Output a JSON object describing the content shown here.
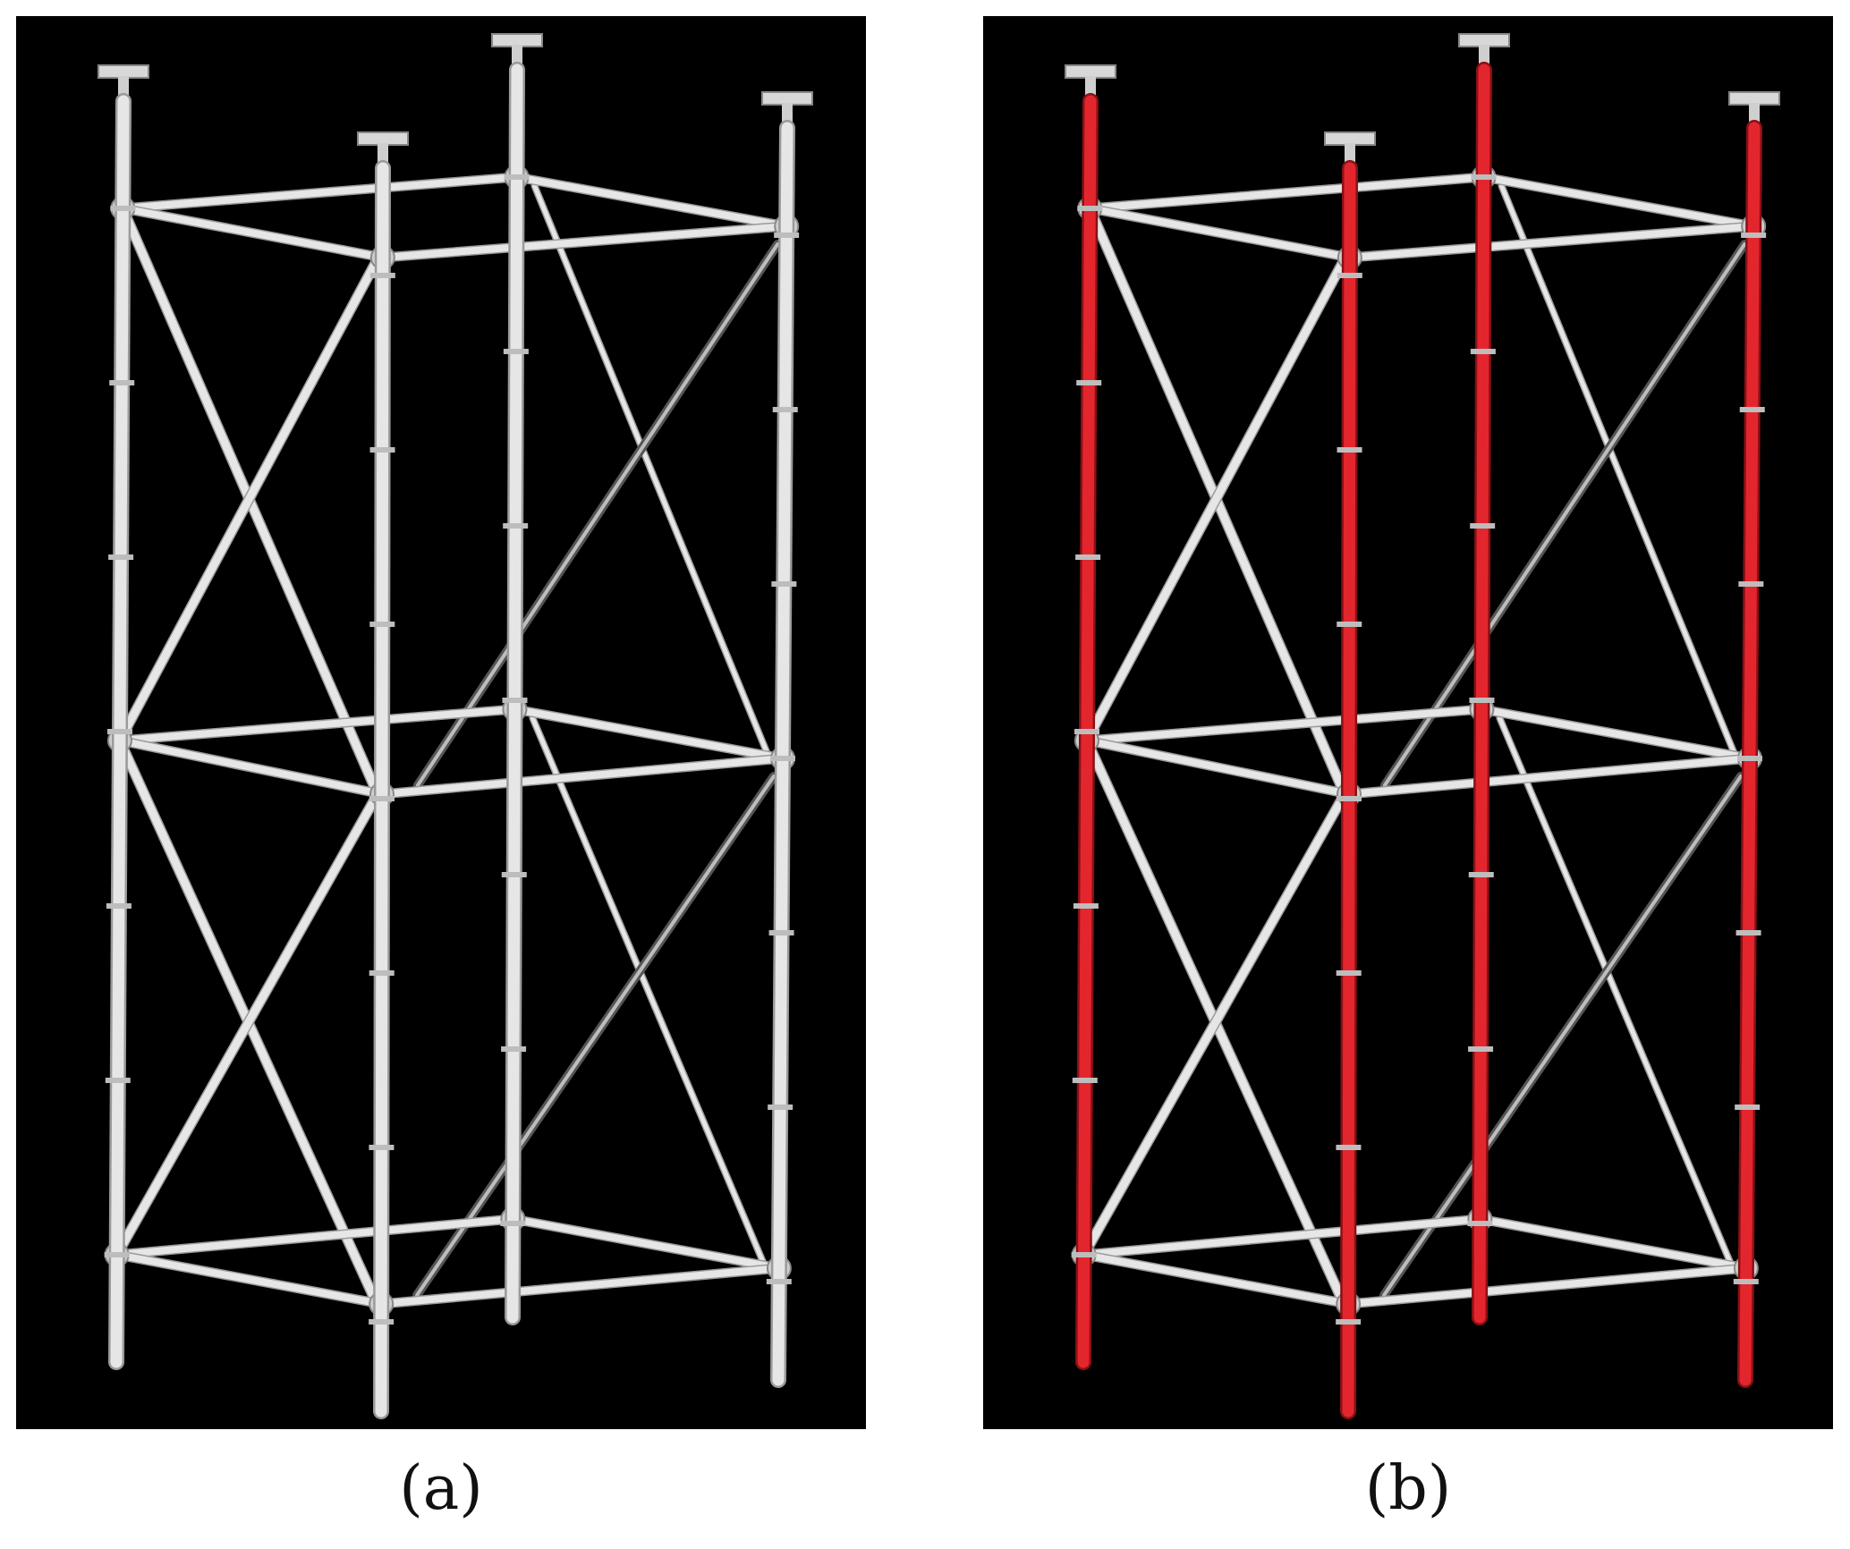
{
  "figure": {
    "panels": [
      {
        "id": "a",
        "caption": "(a)",
        "highlight_standards": false
      },
      {
        "id": "b",
        "caption": "(b)",
        "highlight_standards": true
      }
    ]
  },
  "colors": {
    "background": "#000000",
    "scaffold_tube": "#e6e6e6",
    "scaffold_shadow": "#9a9a9a",
    "highlighted_standard": "#e3262d",
    "caption_text": "#111111"
  }
}
